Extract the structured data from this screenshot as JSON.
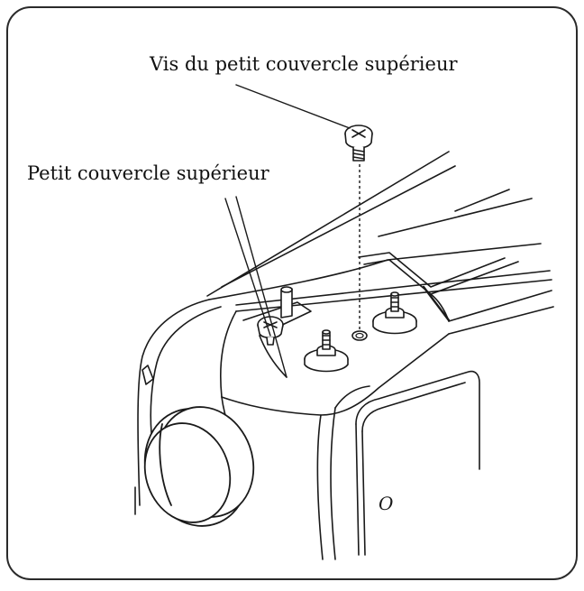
{
  "labels": {
    "screw": "Vis du petit couvercle supérieur",
    "cover": "Petit couvercle supérieur"
  },
  "panel_mark": "O",
  "colors": {
    "ink": "#1a1a1a",
    "frame": "#2a2a2a",
    "background": "#ffffff"
  },
  "icons": {
    "screw": "screw-icon",
    "spool_pin": "spool-pin-icon",
    "handwheel": "handwheel-icon"
  }
}
